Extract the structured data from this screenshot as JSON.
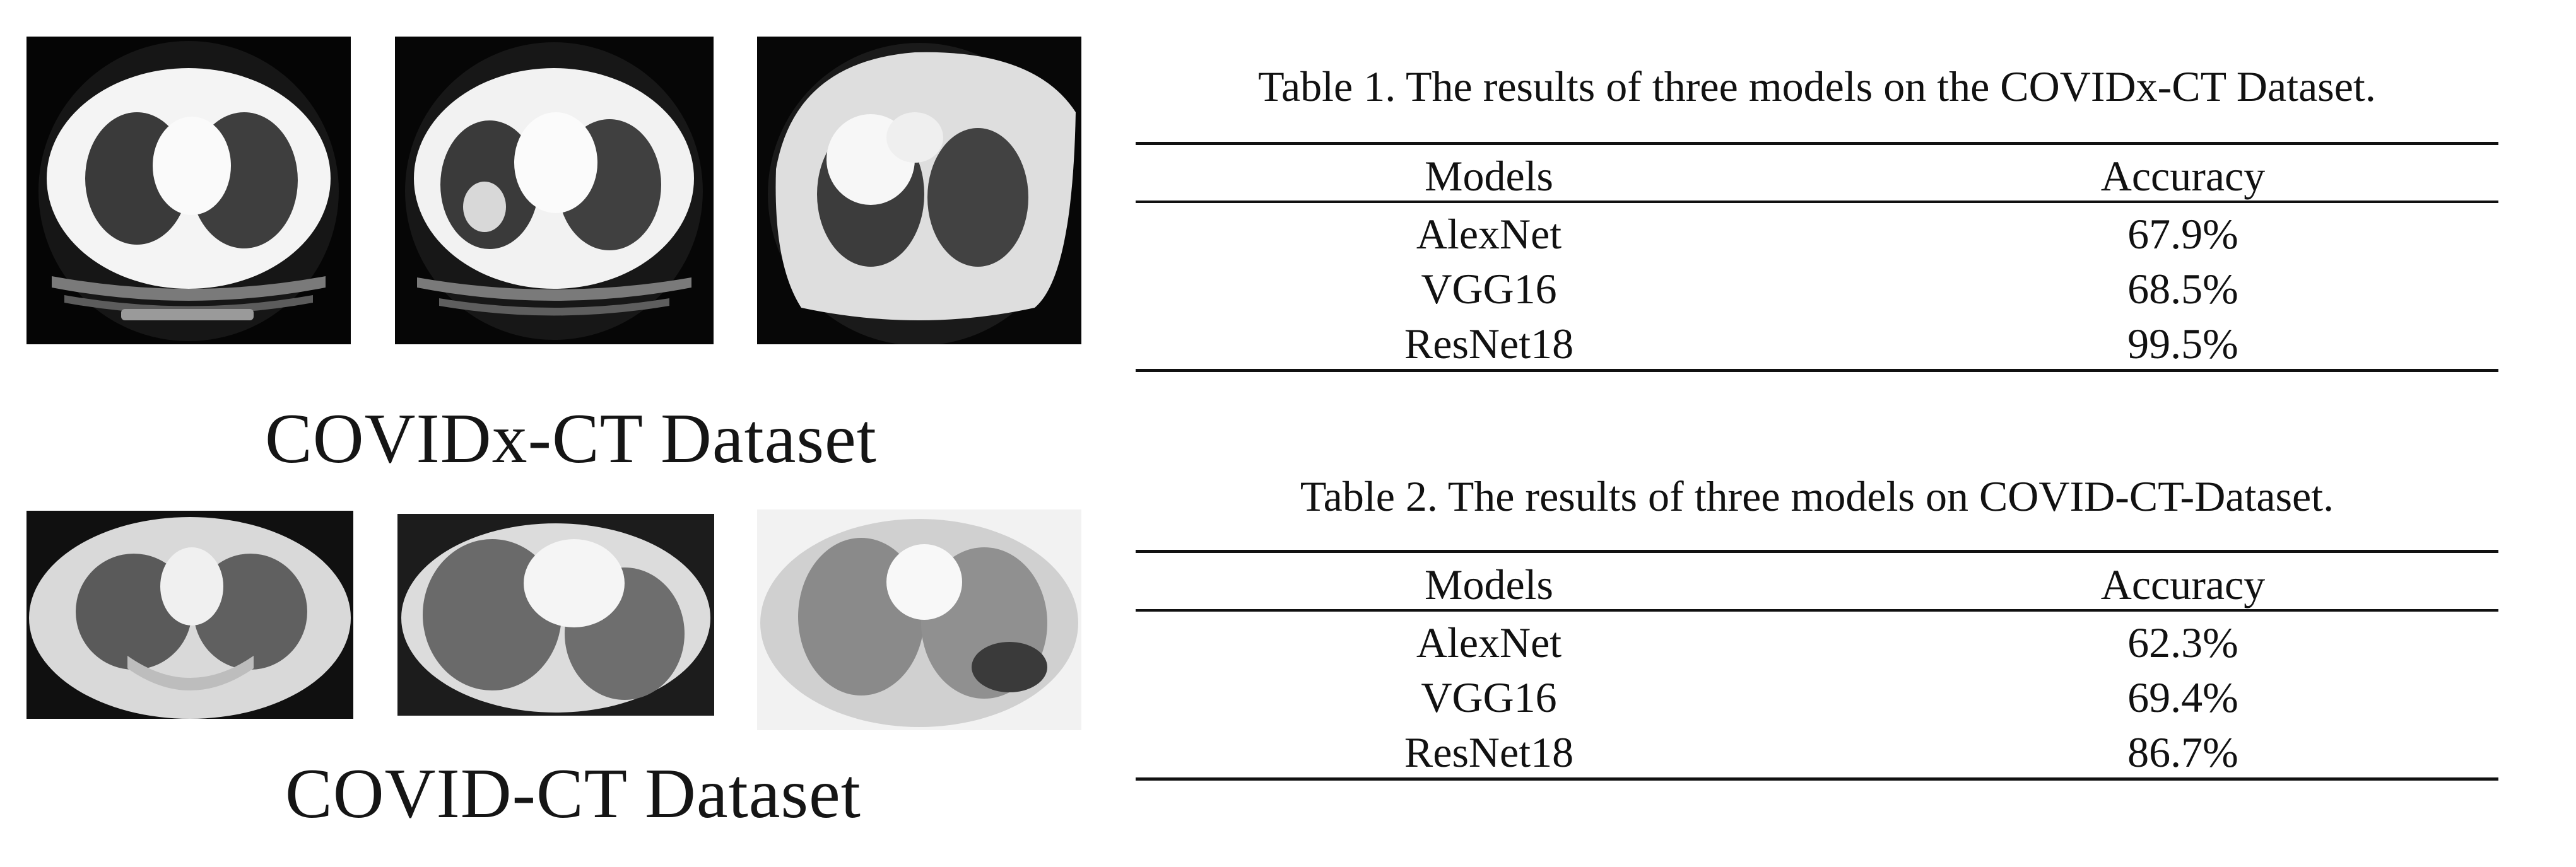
{
  "figure": {
    "datasets": [
      {
        "caption": "COVIDx-CT Dataset",
        "images": [
          "ct-scan-image",
          "ct-scan-image",
          "ct-scan-image"
        ]
      },
      {
        "caption": "COVID-CT Dataset",
        "images": [
          "ct-scan-image",
          "ct-scan-image",
          "ct-scan-image"
        ]
      }
    ]
  },
  "tables": [
    {
      "caption": "Table 1. The results of three models on the COVIDx-CT Dataset.",
      "header": [
        "Models",
        "Accuracy"
      ],
      "rows": [
        [
          "AlexNet",
          "67.9%"
        ],
        [
          "VGG16",
          "68.5%"
        ],
        [
          "ResNet18",
          "99.5%"
        ]
      ]
    },
    {
      "caption": "Table 2. The results of three models on COVID-CT-Dataset.",
      "header": [
        "Models",
        "Accuracy"
      ],
      "rows": [
        [
          "AlexNet",
          "62.3%"
        ],
        [
          "VGG16",
          "69.4%"
        ],
        [
          "ResNet18",
          "86.7%"
        ]
      ]
    }
  ]
}
